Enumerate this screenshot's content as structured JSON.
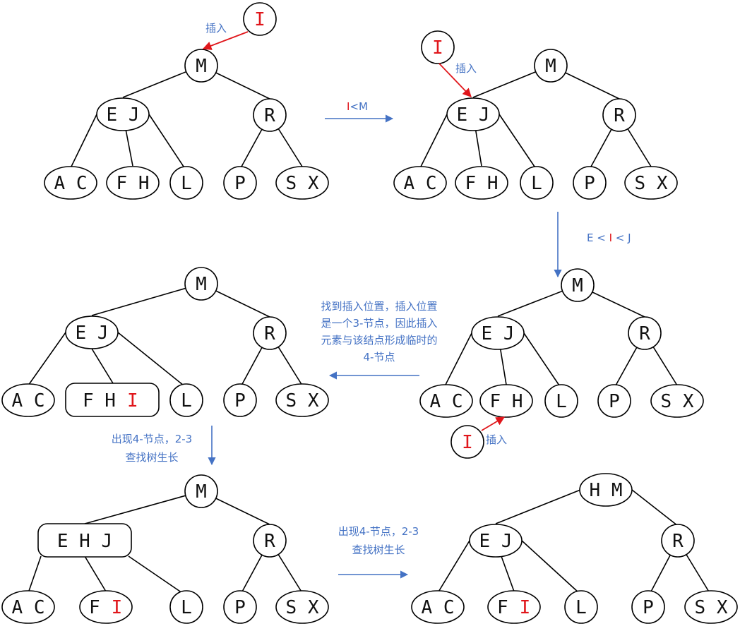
{
  "colors": {
    "edge": "#000000",
    "blue_arrow": "#4472c4",
    "red_arrow": "#e0161b",
    "red_text": "#e0161b",
    "caption": "#4472c4"
  },
  "labels": {
    "insert": "插入",
    "cmp_m_left": "I",
    "cmp_m_right": "<M",
    "cmp_ej_a": "E < ",
    "cmp_ej_b": "I",
    "cmp_ej_c": " < J",
    "find_1": "找到插入位置，插入位置",
    "find_2": "是一个3-节点，因此插入",
    "find_3": "元素与该结点形成临时的",
    "find_4": "4-节点",
    "grow_1": "出现4-节点，2-3",
    "grow_2": "查找树生长"
  },
  "nodes": {
    "I": "I",
    "M": "M",
    "EJ": "E J",
    "R": "R",
    "AC": "A C",
    "FH": "F H",
    "L": "L",
    "P": "P",
    "SX": "S X",
    "F": "F",
    "EHJ": "E H J",
    "HM": "H M"
  }
}
